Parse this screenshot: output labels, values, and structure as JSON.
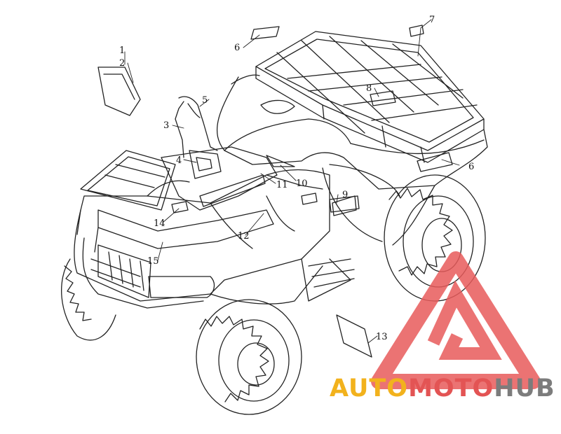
{
  "callouts": {
    "c1": "1",
    "c2": "2",
    "c3": "3",
    "c4": "4",
    "c5": "5",
    "c6a": "6",
    "c6b": "6",
    "c7": "7",
    "c8": "8",
    "c9": "9",
    "c10": "10",
    "c11": "11",
    "c12": "12",
    "c13": "13",
    "c14": "14",
    "c15": "15"
  },
  "watermark": {
    "part1": "AUTO",
    "part2": "MOTO",
    "part3": "HUB"
  },
  "colors": {
    "line": "#222222",
    "logo_red": "#e85a5a",
    "logo_yellow": "#f2b21d",
    "logo_gray": "#7c7c7c"
  }
}
